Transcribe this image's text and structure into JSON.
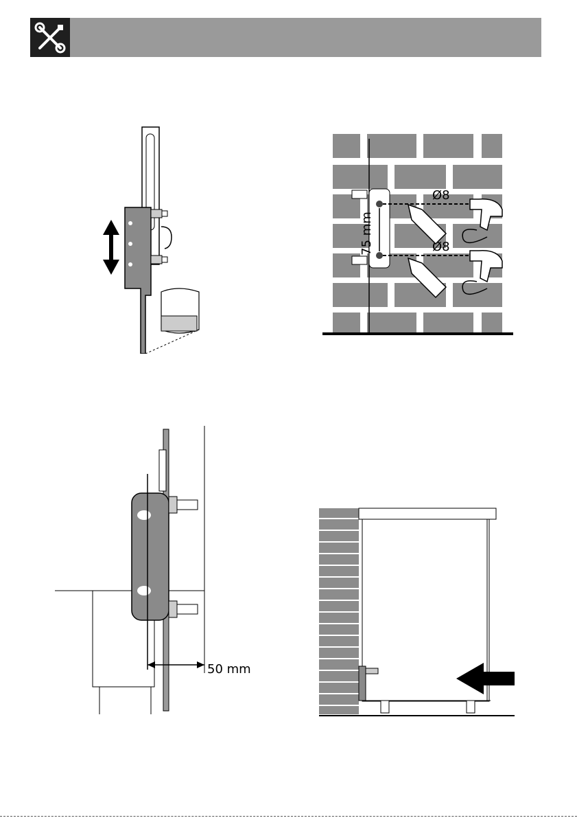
{
  "header": {
    "icon": "wrench-screwdriver-icon",
    "color": "#9a9a9a",
    "icon_bg": "#1f1f1f"
  },
  "figures": {
    "wall_drilling": {
      "diameter_top": "Ø8",
      "diameter_bottom": "Ø8",
      "spacing": "75 mm"
    },
    "clearance": {
      "distance": "50 mm"
    }
  }
}
